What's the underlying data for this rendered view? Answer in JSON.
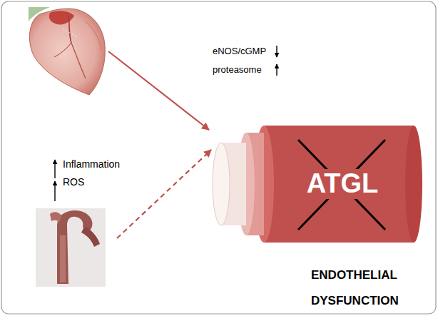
{
  "diagram": {
    "nodes": [
      {
        "text": [
          "ATGL"
        ]
      }
    ],
    "labels": [
      "eNOS/cGMP",
      "proteasome",
      "Inflammation",
      "ROS",
      "ENDOTHELIAL DYSFUNCTION"
    ]
  }
}
